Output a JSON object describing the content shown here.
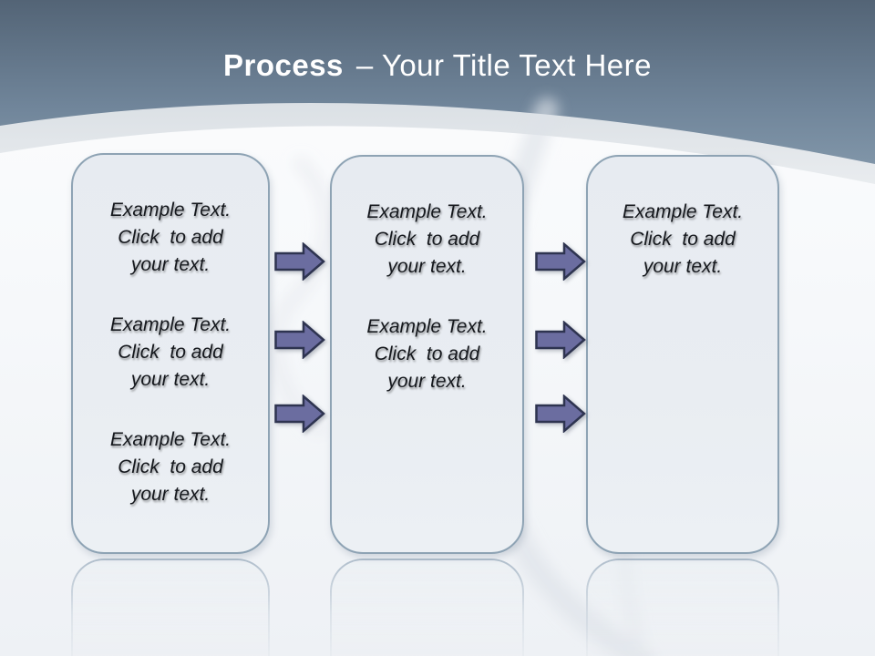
{
  "slide": {
    "title": {
      "bold": "Process",
      "rest": "– Your Title Text Here"
    }
  },
  "boxes": [
    {
      "id": "process-step-1",
      "paragraphs": [
        "Example Text.\nClick  to add\nyour text.",
        "Example Text.\nClick  to add\nyour text.",
        "Example Text.\nClick  to add\nyour text."
      ]
    },
    {
      "id": "process-step-2",
      "paragraphs": [
        "Example Text.\nClick  to add\nyour text.",
        "Example Text.\nClick  to add\nyour text."
      ]
    },
    {
      "id": "process-step-3",
      "paragraphs": [
        "Example Text.\nClick  to add\nyour text."
      ]
    }
  ],
  "arrows": {
    "between_step1_step2": [
      "right-arrow",
      "right-arrow",
      "right-arrow"
    ],
    "between_step2_step3": [
      "right-arrow",
      "right-arrow",
      "right-arrow"
    ]
  },
  "colors": {
    "header_gradient_top": "#536476",
    "header_gradient_bottom": "#8095a8",
    "header_band": "#d3dae0",
    "box_fill": "#e9edf2",
    "box_border": "#8ea3b4",
    "arrow_fill": "#6b6da0",
    "arrow_border": "#2e3450",
    "title_text": "#ffffff",
    "body_text": "#15181d"
  }
}
